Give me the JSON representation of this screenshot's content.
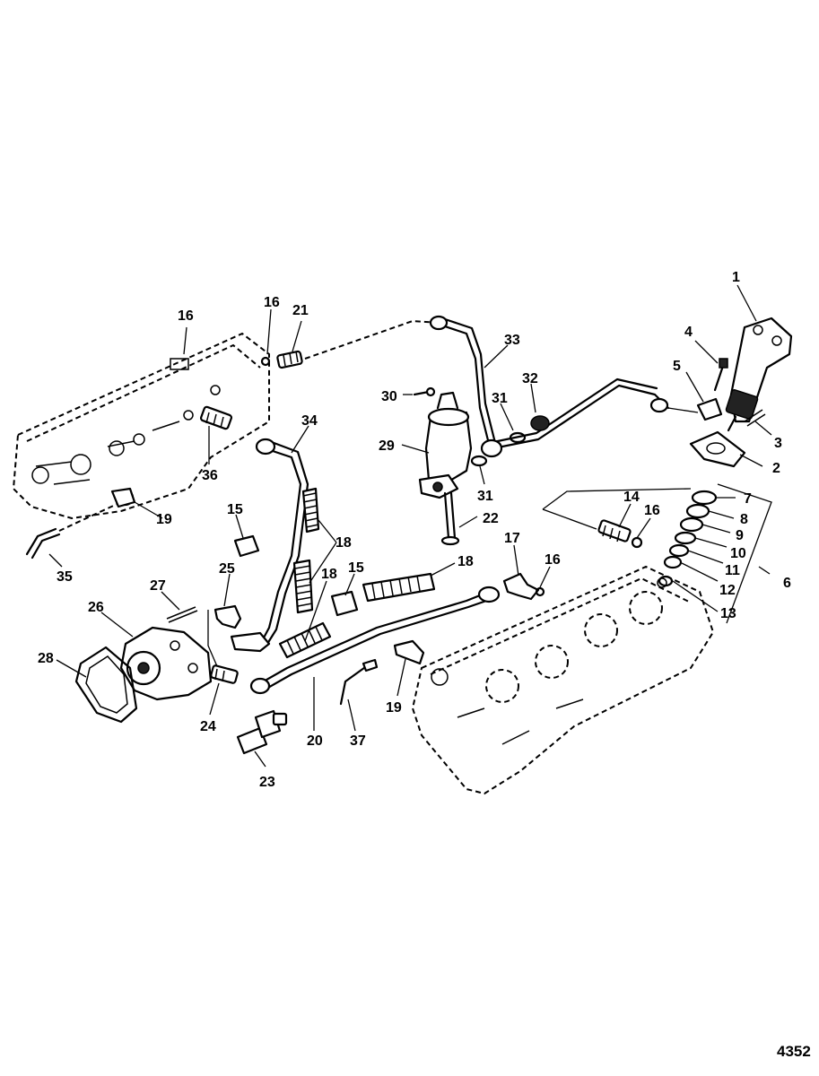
{
  "figure_number": "4352",
  "callouts": [
    {
      "label": "1"
    },
    {
      "label": "4"
    },
    {
      "label": "5"
    },
    {
      "label": "3"
    },
    {
      "label": "2"
    },
    {
      "label": "7"
    },
    {
      "label": "8"
    },
    {
      "label": "9"
    },
    {
      "label": "10"
    },
    {
      "label": "11"
    },
    {
      "label": "12"
    },
    {
      "label": "13"
    },
    {
      "label": "6"
    },
    {
      "label": "16"
    },
    {
      "label": "16"
    },
    {
      "label": "21"
    },
    {
      "label": "33"
    },
    {
      "label": "32"
    },
    {
      "label": "30"
    },
    {
      "label": "31"
    },
    {
      "label": "29"
    },
    {
      "label": "31"
    },
    {
      "label": "34"
    },
    {
      "label": "36"
    },
    {
      "label": "19"
    },
    {
      "label": "35"
    },
    {
      "label": "15"
    },
    {
      "label": "18"
    },
    {
      "label": "18"
    },
    {
      "label": "15"
    },
    {
      "label": "18"
    },
    {
      "label": "22"
    },
    {
      "label": "14"
    },
    {
      "label": "16"
    },
    {
      "label": "17"
    },
    {
      "label": "16"
    },
    {
      "label": "25"
    },
    {
      "label": "27"
    },
    {
      "label": "26"
    },
    {
      "label": "28"
    },
    {
      "label": "24"
    },
    {
      "label": "23"
    },
    {
      "label": "20"
    },
    {
      "label": "37"
    },
    {
      "label": "19"
    }
  ]
}
